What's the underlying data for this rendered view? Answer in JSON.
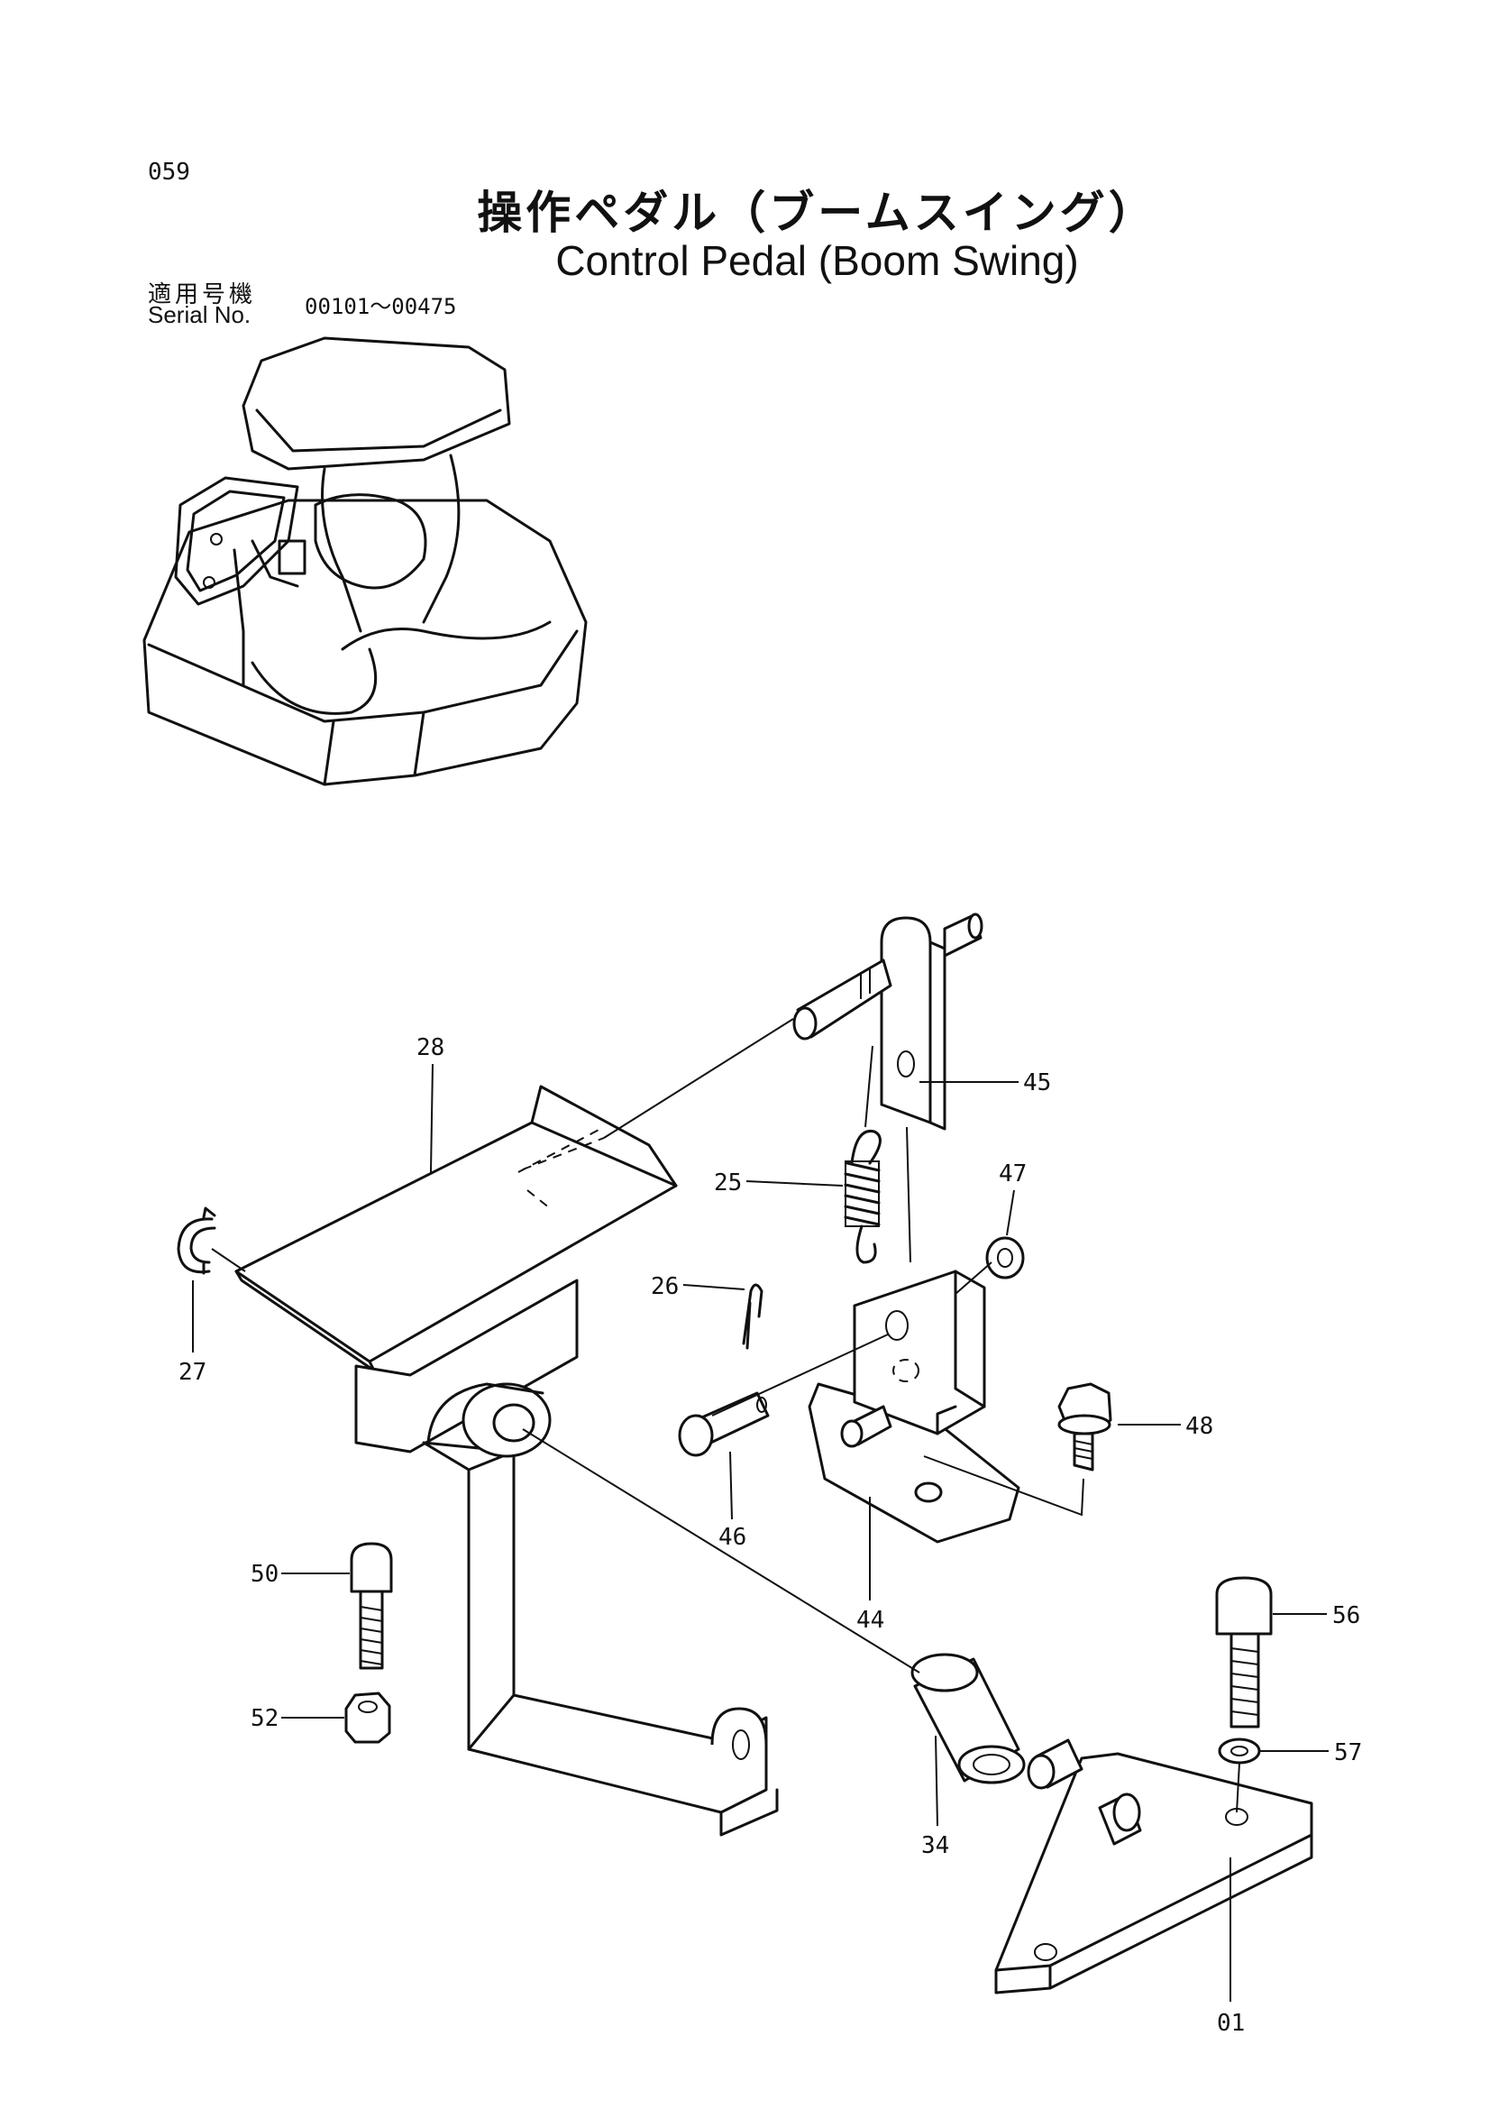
{
  "header": {
    "page_number": "059",
    "title_jp": "操作ペダル（ブームスイング）",
    "title_en": "Control Pedal (Boom Swing)",
    "serial_label_jp": "適用号機",
    "serial_label_en": "Serial No.",
    "serial_range": "00101～00475"
  },
  "parts": {
    "p45": "45",
    "p28": "28",
    "p47": "47",
    "p25": "25",
    "p27": "27",
    "p26": "26",
    "p48": "48",
    "p46": "46",
    "p44": "44",
    "p50": "50",
    "p56": "56",
    "p52": "52",
    "p57": "57",
    "p34": "34",
    "p01": "01"
  }
}
